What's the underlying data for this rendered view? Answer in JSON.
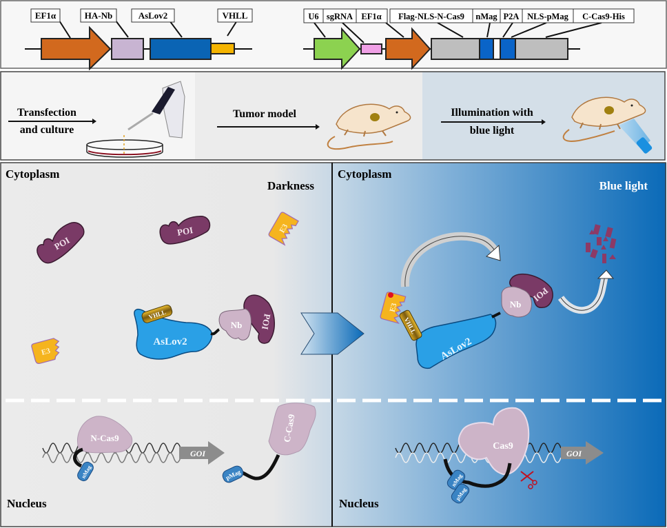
{
  "constructs": {
    "left": {
      "labels": [
        "EF1α",
        "HA-Nb",
        "AsLov2",
        "VHLL"
      ]
    },
    "right": {
      "labels": [
        "U6",
        "sgRNA",
        "EF1α",
        "Flag-NLS-N-Cas9",
        "nMag",
        "P2A",
        "NLS-pMag",
        "C-Cas9-His"
      ]
    }
  },
  "workflow": {
    "step1": [
      "Transfection",
      "and culture"
    ],
    "step2": "Tumor model",
    "step3": [
      "Illumination with",
      "blue light"
    ]
  },
  "dark_panel": {
    "compartment_top": "Cytoplasm",
    "condition": "Darkness",
    "compartment_bottom": "Nucleus",
    "proteins": {
      "poi": "POI",
      "e3": "E3",
      "vhll": "VHLL",
      "aslov2": "AsLov2",
      "nb": "Nb",
      "ncas9": "N-Cas9",
      "ccas9": "C-Cas9",
      "nmag": "nMag",
      "pmag": "pMag",
      "goi": "GOI"
    }
  },
  "light_panel": {
    "compartment_top": "Cytoplasm",
    "condition": "Blue light",
    "compartment_bottom": "Nucleus",
    "proteins": {
      "e3": "E3",
      "vhll": "VHLL",
      "aslov2": "AsLov2",
      "nb": "Nb",
      "poi": "POI",
      "cas9": "Cas9",
      "nmag": "nMag",
      "pmag": "pMag",
      "goi": "GOI"
    }
  },
  "colors": {
    "ef1a": "#d2691e",
    "ha_nb": "#c8b4d2",
    "aslov2": "#0a64b4",
    "vhll": "#f5b400",
    "u6": "#8cd250",
    "sgrna": "#f0a0e6",
    "cas9": "#bebebe",
    "mag": "#0a64c8",
    "poi": "#7a3a66",
    "e3": "#f5b41e",
    "light_blue": "#1464b4"
  }
}
